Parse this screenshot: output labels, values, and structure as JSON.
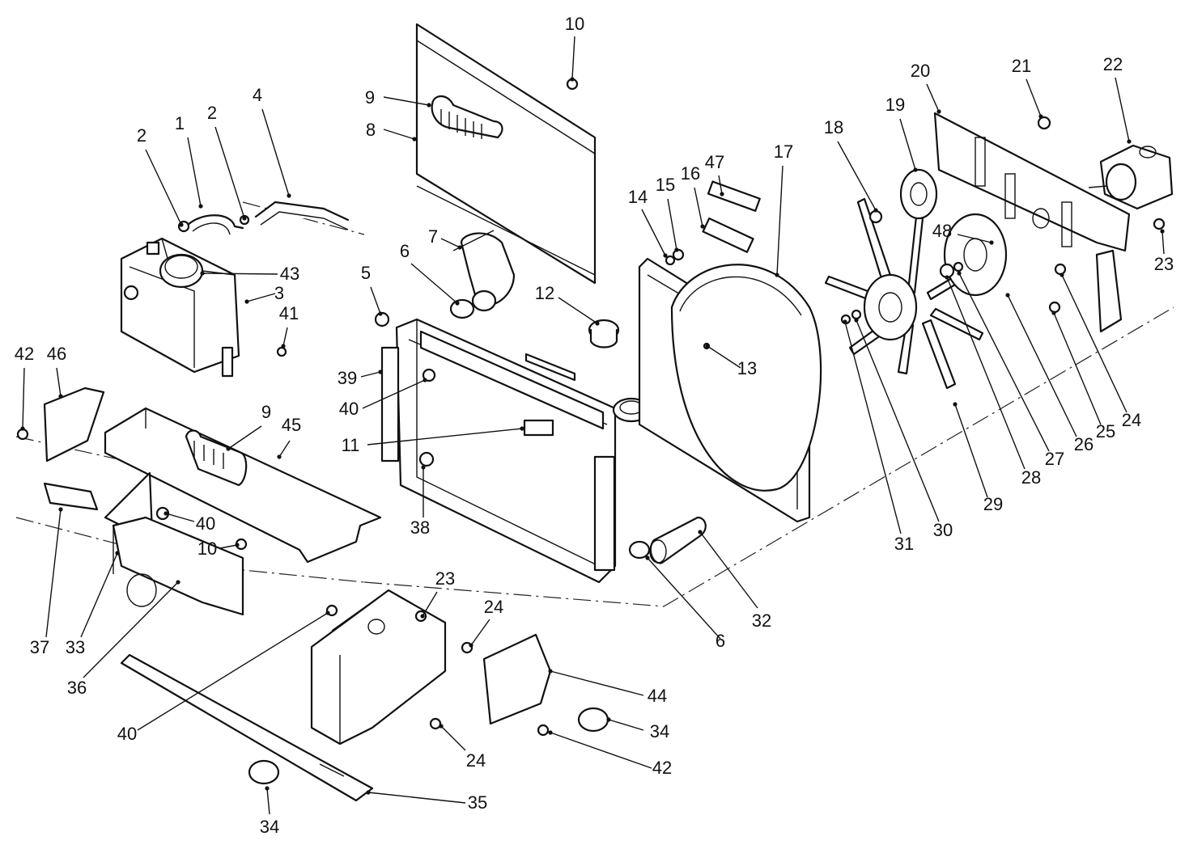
{
  "diagram": {
    "callouts": [
      {
        "id": "c1",
        "text": "1"
      },
      {
        "id": "c2a",
        "text": "2"
      },
      {
        "id": "c2b",
        "text": "2"
      },
      {
        "id": "c3",
        "text": "3"
      },
      {
        "id": "c4",
        "text": "4"
      },
      {
        "id": "c5",
        "text": "5"
      },
      {
        "id": "c6a",
        "text": "6"
      },
      {
        "id": "c6b",
        "text": "6"
      },
      {
        "id": "c7",
        "text": "7"
      },
      {
        "id": "c8",
        "text": "8"
      },
      {
        "id": "c9a",
        "text": "9"
      },
      {
        "id": "c9b",
        "text": "9"
      },
      {
        "id": "c10a",
        "text": "10"
      },
      {
        "id": "c10b",
        "text": "10"
      },
      {
        "id": "c11",
        "text": "11"
      },
      {
        "id": "c12",
        "text": "12"
      },
      {
        "id": "c13",
        "text": "13"
      },
      {
        "id": "c14",
        "text": "14"
      },
      {
        "id": "c15",
        "text": "15"
      },
      {
        "id": "c16",
        "text": "16"
      },
      {
        "id": "c17",
        "text": "17"
      },
      {
        "id": "c18",
        "text": "18"
      },
      {
        "id": "c19",
        "text": "19"
      },
      {
        "id": "c20",
        "text": "20"
      },
      {
        "id": "c21",
        "text": "21"
      },
      {
        "id": "c22",
        "text": "22"
      },
      {
        "id": "c23a",
        "text": "23"
      },
      {
        "id": "c23b",
        "text": "23"
      },
      {
        "id": "c24a",
        "text": "24"
      },
      {
        "id": "c24b",
        "text": "24"
      },
      {
        "id": "c24c",
        "text": "24"
      },
      {
        "id": "c25",
        "text": "25"
      },
      {
        "id": "c26",
        "text": "26"
      },
      {
        "id": "c27",
        "text": "27"
      },
      {
        "id": "c28",
        "text": "28"
      },
      {
        "id": "c29",
        "text": "29"
      },
      {
        "id": "c30",
        "text": "30"
      },
      {
        "id": "c31",
        "text": "31"
      },
      {
        "id": "c32",
        "text": "32"
      },
      {
        "id": "c33",
        "text": "33"
      },
      {
        "id": "c34a",
        "text": "34"
      },
      {
        "id": "c34b",
        "text": "34"
      },
      {
        "id": "c35",
        "text": "35"
      },
      {
        "id": "c36",
        "text": "36"
      },
      {
        "id": "c37",
        "text": "37"
      },
      {
        "id": "c38",
        "text": "38"
      },
      {
        "id": "c39",
        "text": "39"
      },
      {
        "id": "c40a",
        "text": "40"
      },
      {
        "id": "c40b",
        "text": "40"
      },
      {
        "id": "c40c",
        "text": "40"
      },
      {
        "id": "c41",
        "text": "41"
      },
      {
        "id": "c42a",
        "text": "42"
      },
      {
        "id": "c42b",
        "text": "42"
      },
      {
        "id": "c43",
        "text": "43"
      },
      {
        "id": "c44",
        "text": "44"
      },
      {
        "id": "c45",
        "text": "45"
      },
      {
        "id": "c46",
        "text": "46"
      },
      {
        "id": "c47",
        "text": "47"
      },
      {
        "id": "c48",
        "text": "48"
      }
    ]
  }
}
